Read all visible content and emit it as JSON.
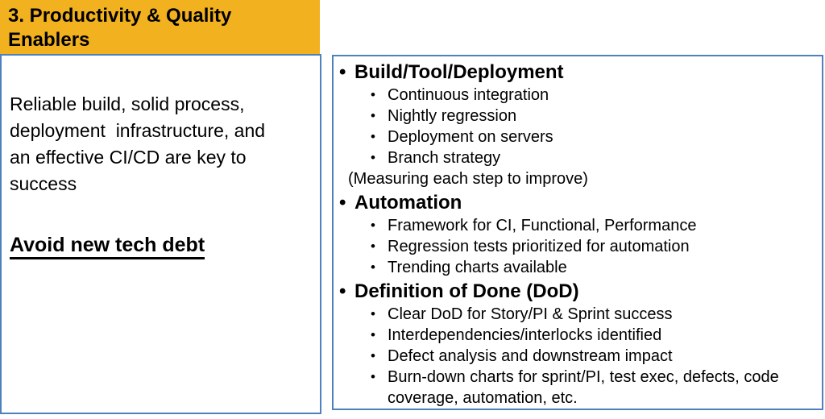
{
  "ui": {
    "bullet": "•"
  },
  "colors": {
    "header_bg": "#F2B11E",
    "box_border": "#4F81BD",
    "text": "#000000"
  },
  "header": {
    "title_lines": [
      "3. Productivity & Quality",
      "Enablers"
    ]
  },
  "left_panel": {
    "paragraph_lines": [
      "Reliable build, solid process,",
      "deployment  infrastructure, and",
      "an effective CI/CD are key to",
      "success"
    ],
    "emphasis": "Avoid new tech debt"
  },
  "right_panel": {
    "sections": {
      "build": {
        "heading": "Build/Tool/Deployment",
        "items": [
          "Continuous integration",
          "Nightly regression",
          "Deployment on servers",
          "Branch strategy"
        ],
        "note": "(Measuring each step to improve)"
      },
      "automation": {
        "heading": "Automation",
        "items": [
          "Framework for CI, Functional, Performance",
          "Regression tests prioritized for automation",
          "Trending charts available"
        ]
      },
      "dod": {
        "heading": "Definition of Done (DoD)",
        "items": [
          "Clear DoD for Story/PI & Sprint success",
          "Interdependencies/interlocks identified",
          "Defect analysis and downstream impact",
          "Burn-down charts for sprint/PI, test exec, defects, code coverage, automation, etc."
        ]
      }
    }
  }
}
